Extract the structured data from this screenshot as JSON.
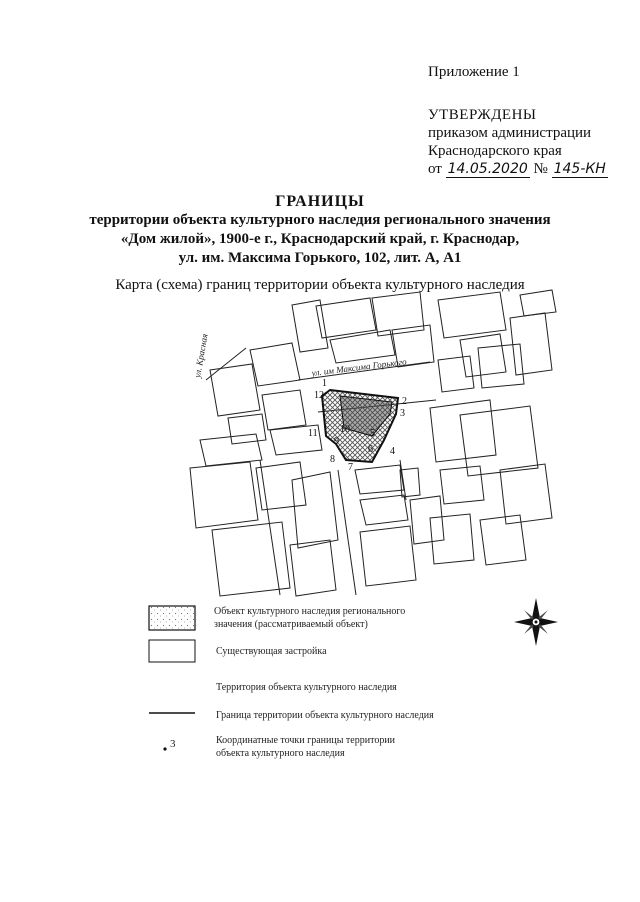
{
  "header": {
    "appendix": "Приложение 1",
    "approved_title": "УТВЕРЖДЕНЫ",
    "approved_line2": "приказом администрации",
    "approved_line3": "Краснодарского края",
    "order_prefix": "от",
    "order_date": "14.05.2020",
    "order_no_label": "№",
    "order_number": "145-КН"
  },
  "title": {
    "main": "ГРАНИЦЫ",
    "line1": "территории объекта культурного наследия регионального значения",
    "line2": "«Дом жилой», 1900-е г., Краснодарский край, г. Краснодар,",
    "line3": "ул. им. Максима Горького, 102, лит. А, А1"
  },
  "map": {
    "caption": "Карта (схема) границ территории объекта культурного наследия",
    "street_horizontal": "ул. им Максима Горького",
    "street_vertical": "ул. Красная",
    "points": [
      "1",
      "2",
      "3",
      "4",
      "5",
      "6",
      "7",
      "8",
      "9",
      "10",
      "11",
      "12"
    ]
  },
  "legend": {
    "heritage_object_line1": "Объект культурного наследия регионального",
    "heritage_object_line2": "значения (рассматриваемый объект)",
    "existing_buildings": "Существующая застройка",
    "territory": "Территория объекта культурного наследия",
    "boundary": "Граница территории объекта культурного наследия",
    "point_sample": "3",
    "coordinates_line1": "Координатные точки границы территории",
    "coordinates_line2": "объекта культурного наследия"
  },
  "colors": {
    "ink": "#111111",
    "hatch": "#555555",
    "paper": "#ffffff"
  },
  "icons": {
    "north_arrow": "compass-rose-icon"
  }
}
